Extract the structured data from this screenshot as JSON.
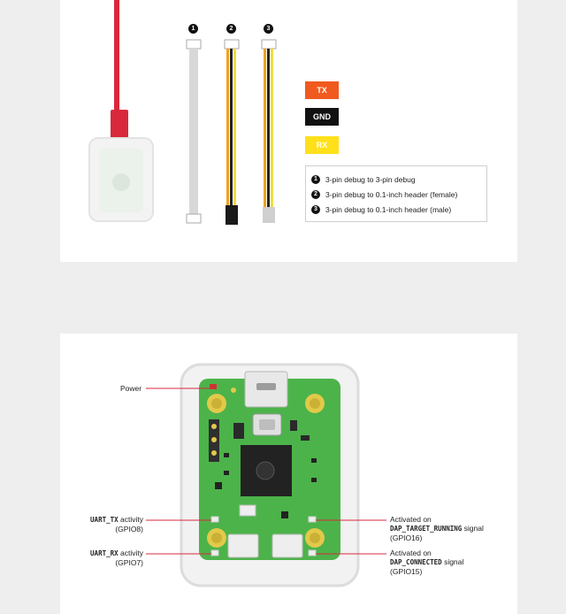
{
  "top": {
    "cable_numbers": [
      "1",
      "2",
      "3"
    ],
    "signals": [
      {
        "label": "TX",
        "bg": "#f05a1e",
        "fg": "#ffffff"
      },
      {
        "label": "GND",
        "bg": "#111111",
        "fg": "#ffffff"
      },
      {
        "label": "RX",
        "bg": "#ffe01a",
        "fg": "#ffffff"
      }
    ],
    "legend": [
      {
        "num": "1",
        "text": "3-pin debug to 3-pin debug"
      },
      {
        "num": "2",
        "text": "3-pin debug to 0.1-inch header (female)"
      },
      {
        "num": "3",
        "text": "3-pin debug to 0.1-inch header (male)"
      }
    ]
  },
  "bottom": {
    "callouts": {
      "power": "Power",
      "uart_tx_name": "UART_TX",
      "uart_tx_suffix": " activity",
      "uart_tx_gpio": "(GPIO8)",
      "uart_rx_name": "UART_RX",
      "uart_rx_suffix": " activity",
      "uart_rx_gpio": "(GPIO7)",
      "target_prefix": "Activated on",
      "target_name": "DAP_TARGET_RUNNING",
      "target_suffix": " signal",
      "target_gpio": "(GPIO16)",
      "connected_prefix": "Activated on",
      "connected_name": "DAP_CONNECTED",
      "connected_suffix": " signal",
      "connected_gpio": "(GPIO15)"
    }
  },
  "colors": {
    "usb_cable_red": "#d9283c",
    "pcb_green": "#4cb34a",
    "callout_red": "#d9283c"
  }
}
